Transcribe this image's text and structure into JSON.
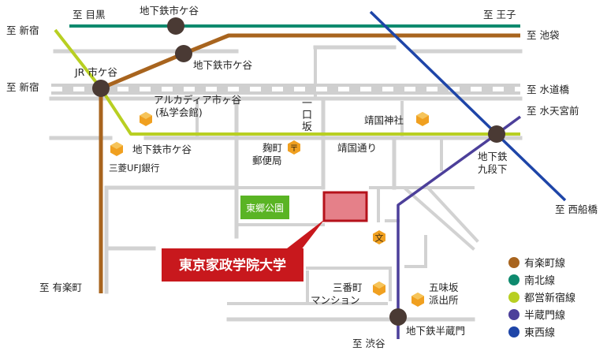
{
  "map": {
    "directions": {
      "meguro": "至 目黒",
      "ouji": "至 王子",
      "shinjuku_top": "至 新宿",
      "ikebukuro": "至 池袋",
      "shinjuku_mid": "至 新宿",
      "suidobashi": "至 水道橋",
      "suitengumae": "至 水天宮前",
      "nishifunabashi": "至 西船橋",
      "yurakucho": "至 有楽町",
      "shibuya": "至 渋谷"
    },
    "stations": {
      "chikatetsu_ichigaya_top": "地下鉄市ケ谷",
      "chikatetsu_ichigaya_2": "地下鉄市ケ谷",
      "jr_ichigaya": "JR 市ケ谷",
      "chikatetsu_ichigaya_3": "地下鉄市ケ谷",
      "kudanshita_1": "地下鉄",
      "kudanshita_2": "九段下",
      "hanzomon": "地下鉄半蔵門"
    },
    "landmarks": {
      "arcadia_1": "アルカディア市ヶ谷",
      "arcadia_2": "(私学会館)",
      "ichiguchizaka_1": "一",
      "ichiguchizaka_2": "口",
      "ichiguchizaka_3": "坂",
      "yasukuni_jinja": "靖国神社",
      "yasukuni_dori": "靖国通り",
      "kojimachi_post_1": "麹町",
      "kojimachi_post_2": "郵便局",
      "mufg": "三菱UFJ銀行",
      "togo_park": "東郷公園",
      "sanbancho_1": "三番町",
      "sanbancho_2": "マンション",
      "gobanzaka_1": "五味坂",
      "gobanzaka_2": "派出所",
      "post_symbol": "〒",
      "school_symbol": "文"
    },
    "university": "東京家政学院大学"
  },
  "legend": [
    {
      "label": "有楽町線",
      "color": "#a8641e"
    },
    {
      "label": "南北線",
      "color": "#0e8a6e"
    },
    {
      "label": "都営新宿線",
      "color": "#b8cf22"
    },
    {
      "label": "半蔵門線",
      "color": "#4c3f9a"
    },
    {
      "label": "東西線",
      "color": "#1e45a8"
    }
  ],
  "colors": {
    "road": "#d2d2d2",
    "station": "#4a3a34",
    "park": "#5ab424",
    "university_fill": "#e58089",
    "university_border": "#b5121b",
    "label_bg": "#c8181d",
    "landmark": "#f0a020"
  }
}
